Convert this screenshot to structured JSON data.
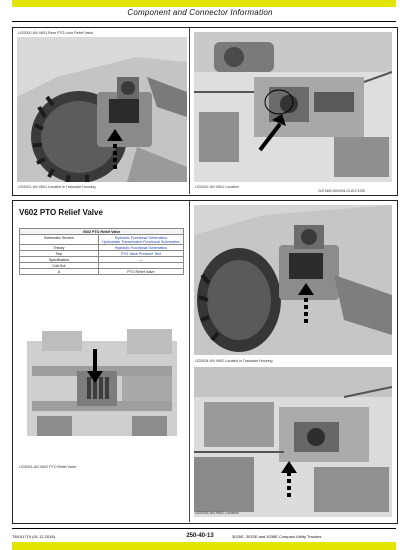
{
  "header": {
    "title": "Component and Connector Information"
  },
  "top": {
    "left_caption_top": "UO2000-UN  V601  Rear PTO Lube Relief Valve",
    "left_caption_bottom": "UO2001-UN  V601 Located in Transaxle Housing",
    "right_caption_bottom": "UO2002-UN  V601 Location",
    "right_ref": "OUT4460,0000304-19-20171006"
  },
  "valve_section": {
    "title": "V602 PTO Relief Valve",
    "table_title": "V602 PTO Relief Valve",
    "rows": [
      {
        "key": "Schematic Section",
        "values": [
          "Hydraulic Functional Schematics",
          "Hydrostatic Transmission Functional Schematics"
        ]
      },
      {
        "key": "Theory",
        "values": [
          "Hydraulic Functional Schematics"
        ]
      },
      {
        "key": "Test",
        "values": [
          "PTO Valve Pressure Test"
        ]
      },
      {
        "key": "Specification",
        "values": [
          "—"
        ]
      },
      {
        "key": "Call Out",
        "values": [
          ""
        ]
      },
      {
        "key": "A",
        "values": [
          "PTO Relief Valve"
        ]
      }
    ],
    "left_caption": "UO2003-UN  V602 PTO Relief Valve",
    "right_caption_1": "UO2004-UN  V602 Located in Transaxle Housing",
    "right_caption_2": "UO2005-UN  V602 Location"
  },
  "footer": {
    "doc_id": "TM151719 (01.12.2018)",
    "page": "250-40-13",
    "product": "3025E, 3032E and 3038E Compact Utility Tractors"
  }
}
